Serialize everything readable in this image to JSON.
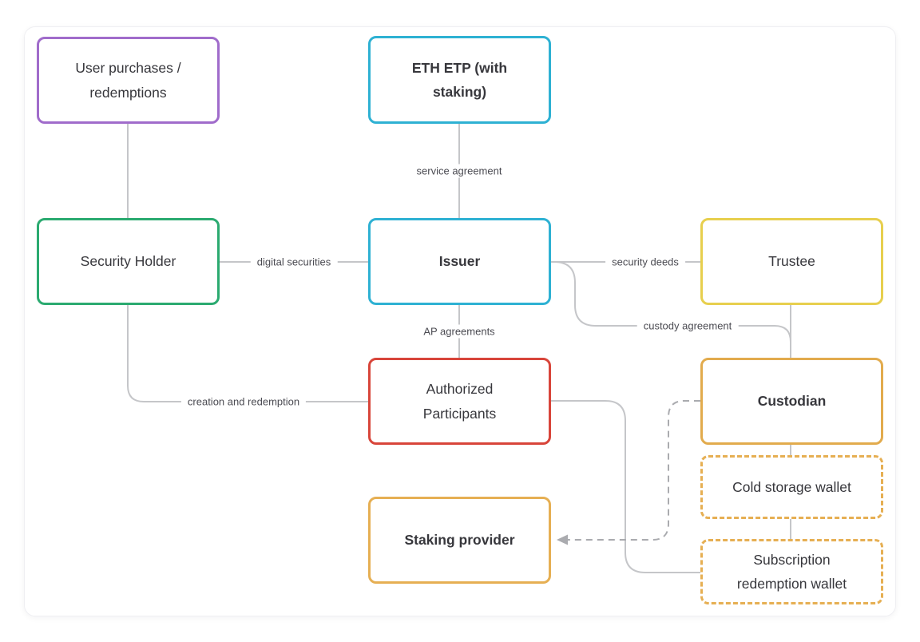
{
  "diagram": {
    "type": "flowchart",
    "nodes": {
      "user_purchases": {
        "label": "User purchases / redemptions",
        "border_color": "#a06ccb",
        "border_style": "solid",
        "bold": false
      },
      "eth_etp": {
        "label": "ETH ETP (with staking)",
        "border_color": "#2eb1d3",
        "border_style": "solid",
        "bold": true
      },
      "security_holder": {
        "label": "Security Holder",
        "border_color": "#2baa70",
        "border_style": "solid",
        "bold": false
      },
      "issuer": {
        "label": "Issuer",
        "border_color": "#2eb1d3",
        "border_style": "solid",
        "bold": true
      },
      "trustee": {
        "label": "Trustee",
        "border_color": "#e7cf4e",
        "border_style": "solid",
        "bold": false
      },
      "authorized_participants": {
        "label": "Authorized Participants",
        "border_color": "#d8453a",
        "border_style": "solid",
        "bold": false
      },
      "custodian": {
        "label": "Custodian",
        "border_color": "#e2ab4d",
        "border_style": "solid",
        "bold": true
      },
      "cold_storage_wallet": {
        "label": "Cold storage wallet",
        "border_color": "#e6af53",
        "border_style": "dashed",
        "bold": false
      },
      "subscription_redemption_wallet": {
        "label": "Subscription redemption wallet",
        "border_color": "#e6af53",
        "border_style": "dashed",
        "bold": false
      },
      "staking_provider": {
        "label": "Staking provider",
        "border_color": "#e6af53",
        "border_style": "solid",
        "bold": true
      }
    },
    "edges": {
      "user_to_security_holder": {
        "from": "user_purchases",
        "to": "security_holder",
        "style": "solid",
        "label": ""
      },
      "service_agreement": {
        "from": "eth_etp",
        "to": "issuer",
        "style": "solid",
        "label": "service agreement"
      },
      "digital_securities": {
        "from": "security_holder",
        "to": "issuer",
        "style": "solid",
        "label": "digital securities"
      },
      "security_deeds": {
        "from": "issuer",
        "to": "trustee",
        "style": "solid",
        "label": "security deeds"
      },
      "custody_agreement": {
        "from": "issuer",
        "to": "custodian",
        "style": "solid",
        "label": "custody agreement"
      },
      "trustee_to_custodian": {
        "from": "trustee",
        "to": "custodian",
        "style": "solid",
        "label": ""
      },
      "ap_agreements": {
        "from": "issuer",
        "to": "authorized_participants",
        "style": "solid",
        "label": "AP agreements"
      },
      "creation_and_redemption": {
        "from": "security_holder",
        "to": "authorized_participants",
        "style": "solid",
        "label": "creation and redemption"
      },
      "ap_to_subscription_wallet": {
        "from": "authorized_participants",
        "to": "subscription_redemption_wallet",
        "style": "solid",
        "label": ""
      },
      "custodian_to_cold_storage": {
        "from": "custodian",
        "to": "cold_storage_wallet",
        "style": "solid",
        "label": ""
      },
      "cold_storage_to_subscription": {
        "from": "cold_storage_wallet",
        "to": "subscription_redemption_wallet",
        "style": "solid",
        "label": ""
      },
      "custodian_to_staking_provider": {
        "from": "custodian",
        "to": "staking_provider",
        "style": "dashed-arrow",
        "label": ""
      }
    },
    "colors": {
      "connector": "#c5c6c9",
      "connector_dashed": "#aaabaf",
      "node_text": "#37373c",
      "edge_label_text": "#4b4b52",
      "card_background": "#ffffff",
      "page_background": "#ffffff"
    }
  }
}
